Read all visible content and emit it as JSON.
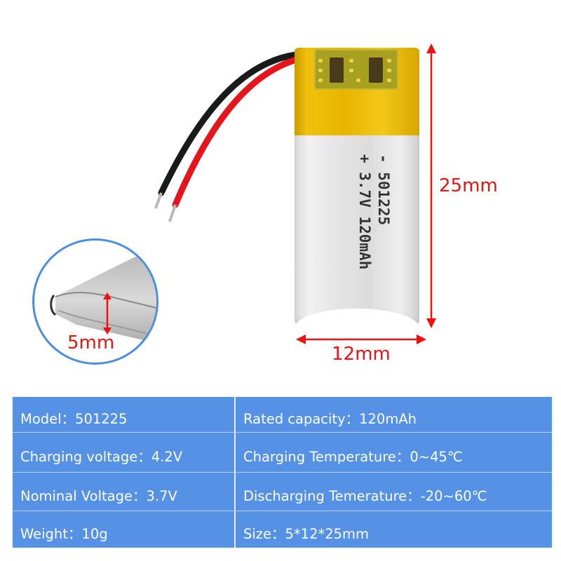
{
  "product": {
    "battery_label": {
      "line1": "- ",
      "line2": "+ 3.7V 120mAh",
      "model_print": "501225"
    },
    "dimensions": {
      "height_label": "25mm",
      "width_label": "12mm",
      "thickness_label": "5mm"
    },
    "colors": {
      "dimension_red": "#f01010",
      "table_blue": "#5592e6",
      "circle_blue": "#4a8ee0",
      "tape_yellow": "#e8b400",
      "wire_red": "#e8141c",
      "wire_black": "#1a1a1a"
    }
  },
  "specs": {
    "rows": [
      {
        "left": "Model：501225",
        "right": "Rated capacity：120mAh"
      },
      {
        "left": "Charging voltage：4.2V",
        "right": "Charging Temperature：0~45℃"
      },
      {
        "left": "Nominal Voltage：3.7V",
        "right": "Discharging Temerature：-20~60℃"
      },
      {
        "left": "Weight：10g",
        "right": "Size：5*12*25mm"
      }
    ]
  }
}
